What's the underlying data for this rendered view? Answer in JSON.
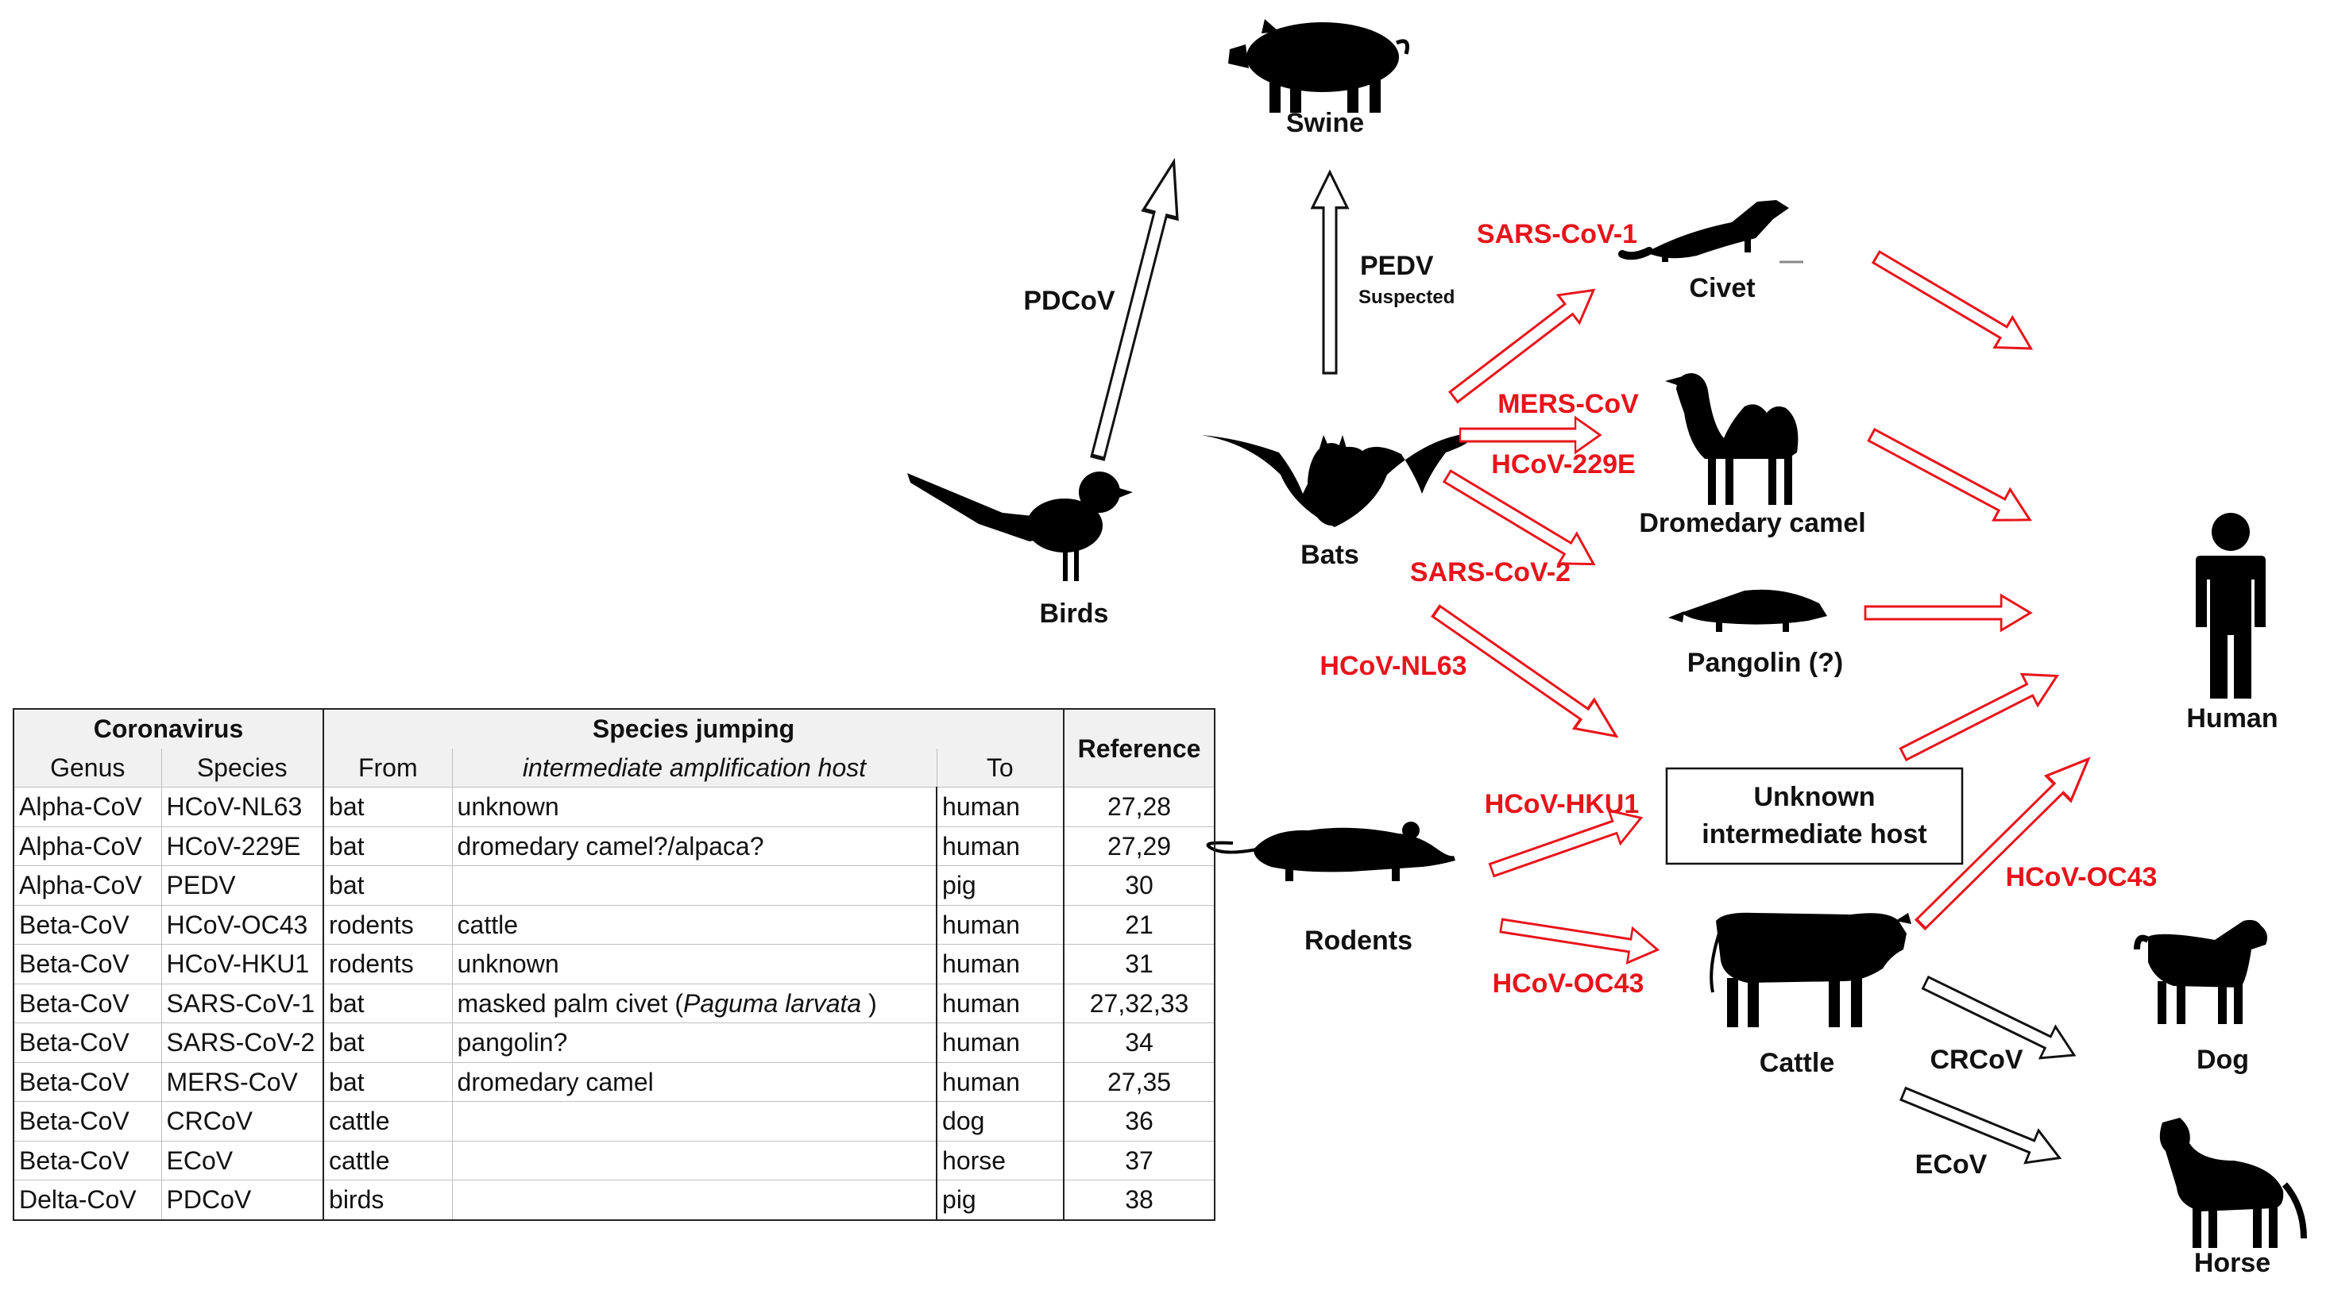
{
  "nodes": {
    "swine": "Swine",
    "birds": "Birds",
    "bats": "Bats",
    "civet": "Civet",
    "camel": "Dromedary camel",
    "pangolin": "Pangolin (?)",
    "human": "Human",
    "unknown_host_line1": "Unknown",
    "unknown_host_line2": "intermediate host",
    "rodents": "Rodents",
    "cattle": "Cattle",
    "dog": "Dog",
    "horse": "Horse"
  },
  "edge_labels": {
    "pdcov": "PDCoV",
    "pedv": "PEDV",
    "pedv_note": "Suspected",
    "sars1": "SARS-CoV-1",
    "mers": "MERS-CoV",
    "hcov229e": "HCoV-229E",
    "sars2": "SARS-CoV-2",
    "nl63": "HCoV-NL63",
    "hku1": "HCoV-HKU1",
    "oc43_rodents": "HCoV-OC43",
    "oc43_cattle": "HCoV-OC43",
    "crcov": "CRCoV",
    "ecov": "ECoV"
  },
  "icons": [
    "pig-icon",
    "bird-icon",
    "bat-icon",
    "civet-icon",
    "camel-icon",
    "pangolin-icon",
    "human-icon",
    "rat-icon",
    "cow-icon",
    "dog-icon",
    "horse-icon"
  ],
  "colors": {
    "human_to_human_path": "#e8141b",
    "animal_path": "#000000"
  },
  "table": {
    "group_headers": {
      "coronavirus": "Coronavirus",
      "species_jumping": "Species jumping",
      "reference": "Reference"
    },
    "sub_headers": {
      "genus": "Genus",
      "species": "Species",
      "from": "From",
      "intermediate": "intermediate amplification host",
      "to": "To"
    },
    "rows": [
      {
        "genus": "Alpha-CoV",
        "species": "HCoV-NL63",
        "from": "bat",
        "intermediate": "unknown",
        "intermediate_italic": "",
        "intermediate_suffix": "",
        "to": "human",
        "reference": "27,28"
      },
      {
        "genus": "Alpha-CoV",
        "species": "HCoV-229E",
        "from": "bat",
        "intermediate": "dromedary camel?/alpaca?",
        "intermediate_italic": "",
        "intermediate_suffix": "",
        "to": "human",
        "reference": "27,29"
      },
      {
        "genus": "Alpha-CoV",
        "species": "PEDV",
        "from": "bat",
        "intermediate": "",
        "intermediate_italic": "",
        "intermediate_suffix": "",
        "to": "pig",
        "reference": "30"
      },
      {
        "genus": "Beta-CoV",
        "species": "HCoV-OC43",
        "from": "rodents",
        "intermediate": "cattle",
        "intermediate_italic": "",
        "intermediate_suffix": "",
        "to": "human",
        "reference": "21"
      },
      {
        "genus": "Beta-CoV",
        "species": "HCoV-HKU1",
        "from": "rodents",
        "intermediate": "unknown",
        "intermediate_italic": "",
        "intermediate_suffix": "",
        "to": "human",
        "reference": "31"
      },
      {
        "genus": "Beta-CoV",
        "species": "SARS-CoV-1",
        "from": "bat",
        "intermediate": "masked palm civet (",
        "intermediate_italic": "Paguma larvata",
        "intermediate_suffix": " )",
        "to": "human",
        "reference": "27,32,33"
      },
      {
        "genus": "Beta-CoV",
        "species": "SARS-CoV-2",
        "from": "bat",
        "intermediate": "pangolin?",
        "intermediate_italic": "",
        "intermediate_suffix": "",
        "to": "human",
        "reference": "34"
      },
      {
        "genus": "Beta-CoV",
        "species": "MERS-CoV",
        "from": "bat",
        "intermediate": "dromedary camel",
        "intermediate_italic": "",
        "intermediate_suffix": "",
        "to": "human",
        "reference": "27,35"
      },
      {
        "genus": "Beta-CoV",
        "species": "CRCoV",
        "from": "cattle",
        "intermediate": "",
        "intermediate_italic": "",
        "intermediate_suffix": "",
        "to": "dog",
        "reference": "36"
      },
      {
        "genus": "Beta-CoV",
        "species": "ECoV",
        "from": "cattle",
        "intermediate": "",
        "intermediate_italic": "",
        "intermediate_suffix": "",
        "to": "horse",
        "reference": "37"
      },
      {
        "genus": "Delta-CoV",
        "species": "PDCoV",
        "from": "birds",
        "intermediate": "",
        "intermediate_italic": "",
        "intermediate_suffix": "",
        "to": "pig",
        "reference": "38"
      }
    ]
  }
}
